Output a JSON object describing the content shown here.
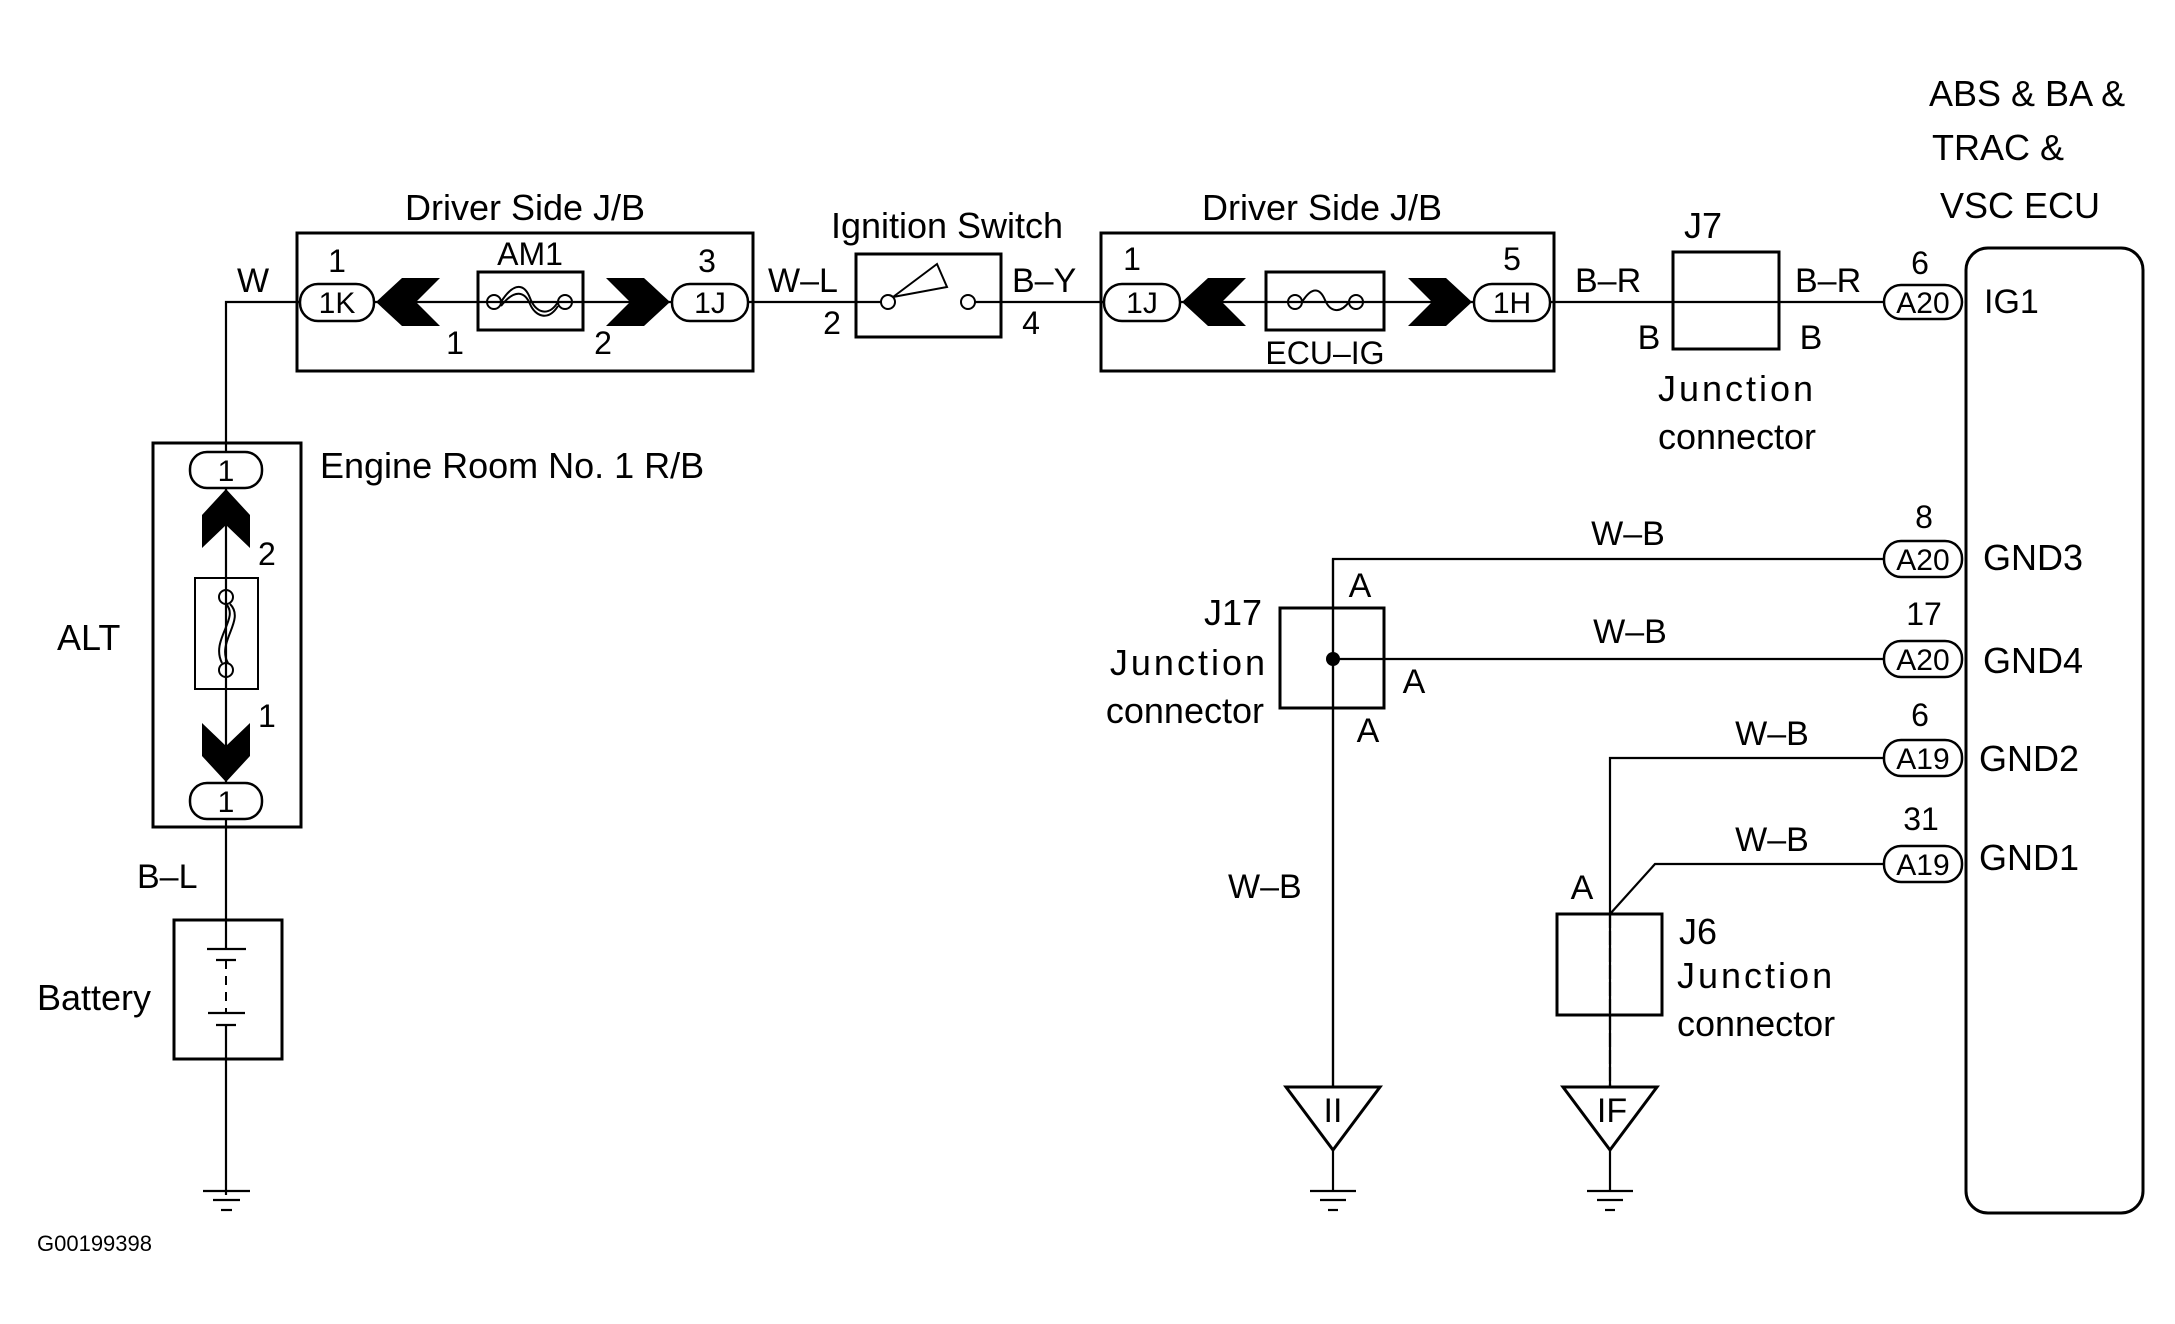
{
  "diagram": {
    "figure_id": "G00199398",
    "components": {
      "jb1": {
        "title": "Driver Side J/B",
        "fuse": "AM1",
        "pin_left": "1",
        "pin_right": "3",
        "conn_left": "1K",
        "conn_right": "1J",
        "fuse_pin_left": "1",
        "fuse_pin_right": "2"
      },
      "ignition": {
        "title": "Ignition Switch",
        "pin_in": "2",
        "pin_out": "4"
      },
      "jb2": {
        "title": "Driver Side J/B",
        "fuse": "ECU–IG",
        "pin_left": "1",
        "pin_right": "5",
        "conn_left": "1J",
        "conn_right": "1H"
      },
      "j7": {
        "title": "J7",
        "pin_left": "B",
        "pin_right": "B",
        "label_line1": "Junction",
        "label_line2": "connector"
      },
      "ecu": {
        "title_line1": "ABS & BA &",
        "title_line2": "TRAC &",
        "title_line3": "VSC ECU"
      },
      "rb": {
        "title": "Engine Room No. 1 R/B",
        "fuse": "ALT",
        "conn_top": "1",
        "conn_bottom": "1",
        "fuse_pin_top": "2",
        "fuse_pin_bottom": "1"
      },
      "battery": {
        "title": "Battery"
      },
      "j17": {
        "title": "J17",
        "label_line1": "Junction",
        "label_line2": "connector",
        "pin_top": "A",
        "pin_right": "A",
        "pin_bottom": "A"
      },
      "j6": {
        "title": "J6",
        "label_line1": "Junction",
        "label_line2": "connector",
        "pin_top": "A"
      },
      "ground_ii": {
        "label": "II"
      },
      "ground_if": {
        "label": "IF"
      }
    },
    "wires": {
      "w1": "W",
      "w_l": "W–L",
      "b_y": "B–Y",
      "b_r_1": "B–R",
      "b_r_2": "B–R",
      "b_l": "B–L",
      "gnd3": "W–B",
      "gnd4": "W–B",
      "gnd2": "W–B",
      "gnd1": "W–B",
      "j17_down": "W–B"
    },
    "ecu_pins": [
      {
        "pin": "6",
        "connector": "A20",
        "name": "IG1"
      },
      {
        "pin": "8",
        "connector": "A20",
        "name": "GND3"
      },
      {
        "pin": "17",
        "connector": "A20",
        "name": "GND4"
      },
      {
        "pin": "6",
        "connector": "A19",
        "name": "GND2"
      },
      {
        "pin": "31",
        "connector": "A19",
        "name": "GND1"
      }
    ]
  }
}
